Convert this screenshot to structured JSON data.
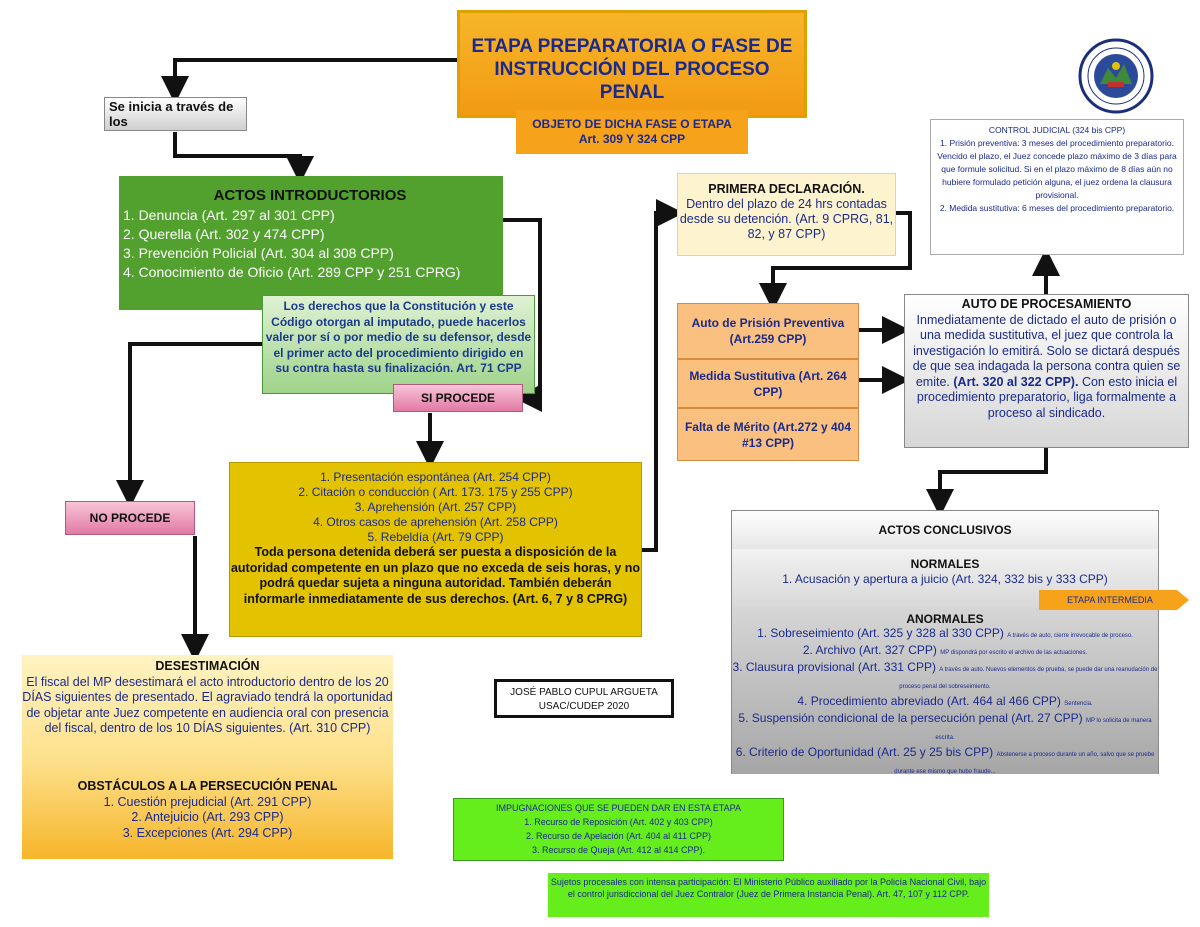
{
  "title": {
    "line1": "ETAPA PREPARATORIA O FASE DE",
    "line2": "INSTRUCCIÓN DEL PROCESO",
    "line3": "PENAL"
  },
  "objeto": {
    "line1": "OBJETO DE DICHA FASE O ETAPA",
    "line2": "Art. 309 Y 324 CPP"
  },
  "inicia": "Se inicia a través de los",
  "actos_introductorios": {
    "title": "ACTOS INTRODUCTORIOS",
    "items": [
      "1. Denuncia (Art. 297 al 301 CPP)",
      "2. Querella (Art. 302 y 474 CPP)",
      "3. Prevención Policial (Art. 304 al 308 CPP)",
      "4. Conocimiento de Oficio (Art. 289 CPP y 251 CPRG)"
    ]
  },
  "derechos": "Los derechos que la Constitución y este Código otorgan al imputado, puede hacerlos valer por sí o por medio de su defensor, desde el primer acto del procedimiento dirigido en su contra hasta su finalización. Art. 71 CPP",
  "si_procede": "SI PROCEDE",
  "no_procede": "NO PROCEDE",
  "aprehension": {
    "items": [
      "1. Presentación espontánea (Art. 254 CPP)",
      "2. Citación o conducción  ( Art. 173. 175 y 255 CPP)",
      "3. Aprehensión (Art. 257 CPP)",
      "4. Otros casos de aprehensión (Art. 258 CPP)",
      "5. Rebeldía (Art. 79 CPP)"
    ],
    "note": "Toda persona detenida deberá ser puesta a disposición de la autoridad competente en un plazo que no exceda de seis horas, y no podrá quedar sujeta a ninguna autoridad. También deberán informarle inmediatamente de sus derechos. (Art. 6, 7 y 8 CPRG)"
  },
  "desestimacion": {
    "title": "DESESTIMACIÓN",
    "text": "El fiscal del MP desestimará el acto introductorio dentro de los 20 DÍAS siguientes de presentado. El agraviado tendrá la oportunidad de objetar ante Juez competente en audiencia oral con presencia del fiscal, dentro de los 10 DÍAS siguientes. (Art. 310 CPP)"
  },
  "obstaculos": {
    "title": "OBSTÁCULOS A LA PERSECUCIÓN PENAL",
    "items": [
      "1. Cuestión prejudicial (Art. 291 CPP)",
      "2. Antejuicio (Art. 293 CPP)",
      "3. Excepciones (Art. 294 CPP)"
    ]
  },
  "autor": {
    "line1": "JOSÉ PABLO CUPUL ARGUETA",
    "line2": "USAC/CUDEP 2020"
  },
  "impugnaciones": {
    "title": "IMPUGNACIONES QUE SE PUEDEN DAR EN ESTA ETAPA",
    "items": [
      "1. Recurso de Reposición (Art. 402 y 403 CPP)",
      "2. Recurso de Apelación (Art. 404 al 411 CPP)",
      "3. Recurso de Queja (Art. 412 al 414 CPP)."
    ]
  },
  "sujetos": "Sujetos procesales con intensa participación: El Ministerio Público auxiliado por la Policía Nacional Civil, bajo el control jurisdiccional del Juez Contralor (Juez de Primera Instancia Penal). Art. 47, 107 y 112 CPP.",
  "primera_declaracion": {
    "title": "PRIMERA DECLARACIÓN.",
    "text": "Dentro del plazo de 24 hrs contadas desde su detención. (Art. 9 CPRG, 81, 82, y 87 CPP)"
  },
  "opciones": [
    "Auto de Prisión Preventiva (Art.259 CPP)",
    "Medida Sustitutiva (Art. 264 CPP)",
    "Falta de Mérito (Art.272 y 404 #13 CPP)"
  ],
  "control_judicial": {
    "title": "CONTROL JUDICIAL (324 bis CPP)",
    "item1": "1. Prisión preventiva: 3 meses del procedimiento preparatorio.  Vencido el plazo, el Juez concede plazo máximo de 3 días para que formule solicitud. Si en el plazo máximo de 8 días aún no hubiere formulado petición alguna, el juez ordena la clausura provisional.",
    "item2": "2. Medida sustitutiva: 6 meses del procedimiento preparatorio."
  },
  "auto_procesamiento": {
    "title": "AUTO DE PROCESAMIENTO",
    "text1": "Inmediatamente de dictado el auto de prisión o una medida sustitutiva, el juez que controla la investigación lo emitirá. Solo se dictará después de que sea indagada la persona contra quien se emite.",
    "ref": "(Art. 320 al 322 CPP).",
    "text2": "Con esto inicia el procedimiento preparatorio, liga formalmente a proceso al sindicado."
  },
  "actos_conclusivos": {
    "title": "ACTOS CONCLUSIVOS",
    "normales_title": "NORMALES",
    "normales_item": "1. Acusación y apertura a juicio (Art. 324, 332 bis y 333 CPP)",
    "anormales_title": "ANORMALES",
    "anormales": [
      {
        "text": "1. Sobreseimiento (Art. 325 y 328 al 330 CPP)",
        "note": "A través de auto, cierre irrevocable de proceso."
      },
      {
        "text": "2. Archivo (Art. 327 CPP)",
        "note": "MP dispondrá por escrito el archivo de las actuaciones."
      },
      {
        "text": "3. Clausura provisional (Art. 331 CPP)",
        "note": "A través de auto. Nuevos elementos de prueba, se puede dar una reanudación de proceso penal del sobreseimiento."
      },
      {
        "text": "4. Procedimiento abreviado (Art. 464 al 466 CPP)",
        "note": "Sentencia."
      },
      {
        "text": "5. Suspensión condicional de la persecución penal (Art. 27 CPP)",
        "note": "MP lo solicita de manera escrita."
      },
      {
        "text": "6. Criterio de Oportunidad (Art. 25 y 25 bis CPP)",
        "note": "Abstenerse a proceso durante un año, salvo que se pruebe durante ese mismo que hubo fraude..."
      }
    ]
  },
  "etapa_intermedia": "ETAPA INTERMEDIA",
  "colors": {
    "title_bg": "#f29a13",
    "green_box": "#52a12e",
    "yellow_box": "#e3c300",
    "pink_box": "#e27aa4",
    "lime_box": "#66ee1c",
    "orange_option": "#f9c07f",
    "text_blue": "#1a2a8c"
  }
}
